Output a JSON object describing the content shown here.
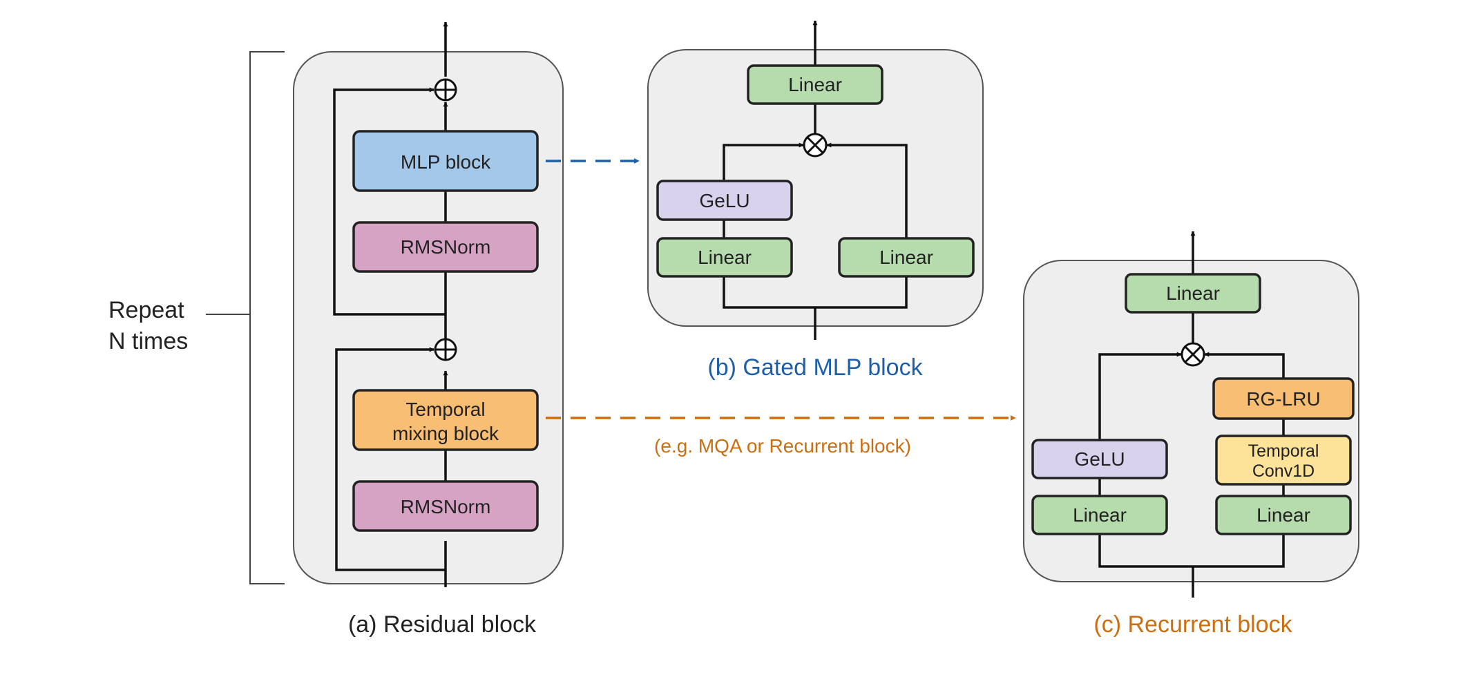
{
  "repeat_label": [
    "Repeat",
    "N times"
  ],
  "residual": {
    "caption": "(a) Residual block",
    "mlp_block": "MLP block",
    "rmsnorm_top": "RMSNorm",
    "temporal_mixing": [
      "Temporal",
      "mixing block"
    ],
    "rmsnorm_bottom": "RMSNorm"
  },
  "gated_mlp": {
    "caption": "(b) Gated MLP block",
    "linear_out": "Linear",
    "gelu": "GeLU",
    "linear_left": "Linear",
    "linear_right": "Linear"
  },
  "recurrent": {
    "caption": "(c) Recurrent block",
    "linear_out": "Linear",
    "rg_lru": "RG-LRU",
    "temporal_conv": [
      "Temporal",
      "Conv1D"
    ],
    "gelu": "GeLU",
    "linear_left": "Linear",
    "linear_right": "Linear"
  },
  "mixing_annotation": "(e.g. MQA or Recurrent block)",
  "colors": {
    "linear": "#b6dcae",
    "rmsnorm": "#d7a3c5",
    "mlp": "#a4c8ea",
    "temporal_mixing": "#f8be74",
    "gelu": "#d9d2ec",
    "conv1d": "#fde39a",
    "blue_accent": "#1f5fa8",
    "orange_accent": "#c96f12"
  }
}
